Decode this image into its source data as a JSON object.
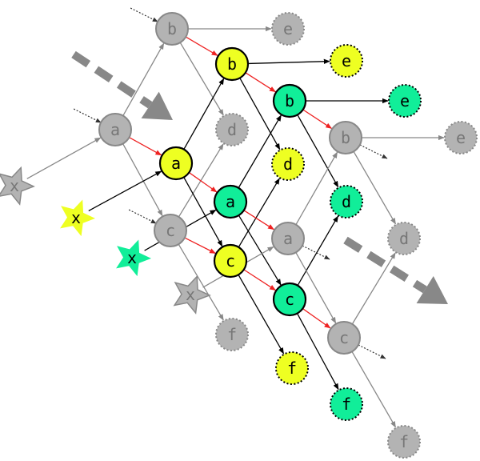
{
  "colors": {
    "gray_fill": "#b3b3b3",
    "gray_stroke": "#888888",
    "gray_text": "#777777",
    "yellow_fill": "#eeff22",
    "green_fill": "#11ee99",
    "red_edge": "#ee2222",
    "black": "#000000",
    "big_arrow": "#888888"
  },
  "diagram": {
    "nodes": [
      {
        "id": "g1_b",
        "label": "b",
        "layer": "gray",
        "kind": "solid"
      },
      {
        "id": "g1_e",
        "label": "e",
        "layer": "gray",
        "kind": "dotted"
      },
      {
        "id": "g1_a",
        "label": "a",
        "layer": "gray",
        "kind": "solid"
      },
      {
        "id": "g1_d",
        "label": "d",
        "layer": "gray",
        "kind": "dotted"
      },
      {
        "id": "g1_c",
        "label": "c",
        "layer": "gray",
        "kind": "solid"
      },
      {
        "id": "g1_f",
        "label": "f",
        "layer": "gray",
        "kind": "dotted"
      },
      {
        "id": "g1_x",
        "label": "x",
        "layer": "gray",
        "kind": "star"
      },
      {
        "id": "y_b",
        "label": "b",
        "layer": "yellow",
        "kind": "solid"
      },
      {
        "id": "y_e",
        "label": "e",
        "layer": "yellow",
        "kind": "dotted"
      },
      {
        "id": "y_a",
        "label": "a",
        "layer": "yellow",
        "kind": "solid"
      },
      {
        "id": "y_d",
        "label": "d",
        "layer": "yellow",
        "kind": "dotted"
      },
      {
        "id": "y_c",
        "label": "c",
        "layer": "yellow",
        "kind": "solid"
      },
      {
        "id": "y_f",
        "label": "f",
        "layer": "yellow",
        "kind": "dotted"
      },
      {
        "id": "y_x",
        "label": "x",
        "layer": "yellow",
        "kind": "star"
      },
      {
        "id": "gr_b",
        "label": "b",
        "layer": "green",
        "kind": "solid"
      },
      {
        "id": "gr_e",
        "label": "e",
        "layer": "green",
        "kind": "dotted"
      },
      {
        "id": "gr_a",
        "label": "a",
        "layer": "green",
        "kind": "solid"
      },
      {
        "id": "gr_d",
        "label": "d",
        "layer": "green",
        "kind": "dotted"
      },
      {
        "id": "gr_c",
        "label": "c",
        "layer": "green",
        "kind": "solid"
      },
      {
        "id": "gr_f",
        "label": "f",
        "layer": "green",
        "kind": "dotted"
      },
      {
        "id": "gr_x",
        "label": "x",
        "layer": "green",
        "kind": "star"
      },
      {
        "id": "g2_b",
        "label": "b",
        "layer": "gray",
        "kind": "solid"
      },
      {
        "id": "g2_e",
        "label": "e",
        "layer": "gray",
        "kind": "dotted"
      },
      {
        "id": "g2_a",
        "label": "a",
        "layer": "gray",
        "kind": "solid"
      },
      {
        "id": "g2_d",
        "label": "d",
        "layer": "gray",
        "kind": "dotted"
      },
      {
        "id": "g2_c",
        "label": "c",
        "layer": "gray",
        "kind": "solid"
      },
      {
        "id": "g2_f",
        "label": "f",
        "layer": "gray",
        "kind": "dotted"
      },
      {
        "id": "g2_x",
        "label": "x",
        "layer": "gray",
        "kind": "star"
      }
    ],
    "edges": [
      {
        "from": "g1_x",
        "to": "g1_a",
        "style": "gray"
      },
      {
        "from": "g1_a",
        "to": "g1_b",
        "style": "gray"
      },
      {
        "from": "g1_a",
        "to": "g1_c",
        "style": "gray"
      },
      {
        "from": "g1_b",
        "to": "g1_e",
        "style": "gray"
      },
      {
        "from": "g1_b",
        "to": "g1_d",
        "style": "gray"
      },
      {
        "from": "g1_c",
        "to": "g1_d",
        "style": "gray"
      },
      {
        "from": "g1_c",
        "to": "g1_f",
        "style": "gray"
      },
      {
        "from": "y_x",
        "to": "y_a",
        "style": "black"
      },
      {
        "from": "y_a",
        "to": "y_b",
        "style": "black"
      },
      {
        "from": "y_a",
        "to": "y_c",
        "style": "black"
      },
      {
        "from": "y_b",
        "to": "y_e",
        "style": "black"
      },
      {
        "from": "y_b",
        "to": "y_d",
        "style": "black"
      },
      {
        "from": "y_c",
        "to": "y_d",
        "style": "black"
      },
      {
        "from": "y_c",
        "to": "y_f",
        "style": "black"
      },
      {
        "from": "gr_x",
        "to": "gr_a",
        "style": "black"
      },
      {
        "from": "gr_a",
        "to": "gr_b",
        "style": "black"
      },
      {
        "from": "gr_a",
        "to": "gr_c",
        "style": "black"
      },
      {
        "from": "gr_b",
        "to": "gr_e",
        "style": "black"
      },
      {
        "from": "gr_b",
        "to": "gr_d",
        "style": "black"
      },
      {
        "from": "gr_c",
        "to": "gr_d",
        "style": "black"
      },
      {
        "from": "gr_c",
        "to": "gr_f",
        "style": "black"
      },
      {
        "from": "g2_x",
        "to": "g2_a",
        "style": "gray"
      },
      {
        "from": "g2_a",
        "to": "g2_b",
        "style": "gray"
      },
      {
        "from": "g2_a",
        "to": "g2_c",
        "style": "gray"
      },
      {
        "from": "g2_b",
        "to": "g2_e",
        "style": "gray"
      },
      {
        "from": "g2_b",
        "to": "g2_d",
        "style": "gray"
      },
      {
        "from": "g2_c",
        "to": "g2_d",
        "style": "gray"
      },
      {
        "from": "g2_c",
        "to": "g2_f",
        "style": "gray"
      },
      {
        "from": "g1_a",
        "to": "y_a",
        "style": "red"
      },
      {
        "from": "y_a",
        "to": "gr_a",
        "style": "red"
      },
      {
        "from": "gr_a",
        "to": "g2_a",
        "style": "red"
      },
      {
        "from": "g1_b",
        "to": "y_b",
        "style": "red"
      },
      {
        "from": "y_b",
        "to": "gr_b",
        "style": "red"
      },
      {
        "from": "gr_b",
        "to": "g2_b",
        "style": "red"
      },
      {
        "from": "g1_c",
        "to": "y_c",
        "style": "red"
      },
      {
        "from": "y_c",
        "to": "gr_c",
        "style": "red"
      },
      {
        "from": "gr_c",
        "to": "g2_c",
        "style": "red"
      }
    ],
    "incoming_stubs": [
      "g1_b",
      "g1_a",
      "g1_c"
    ],
    "outgoing_stubs": [
      "g2_b",
      "g2_a",
      "g2_c"
    ],
    "big_arrows": 2
  }
}
